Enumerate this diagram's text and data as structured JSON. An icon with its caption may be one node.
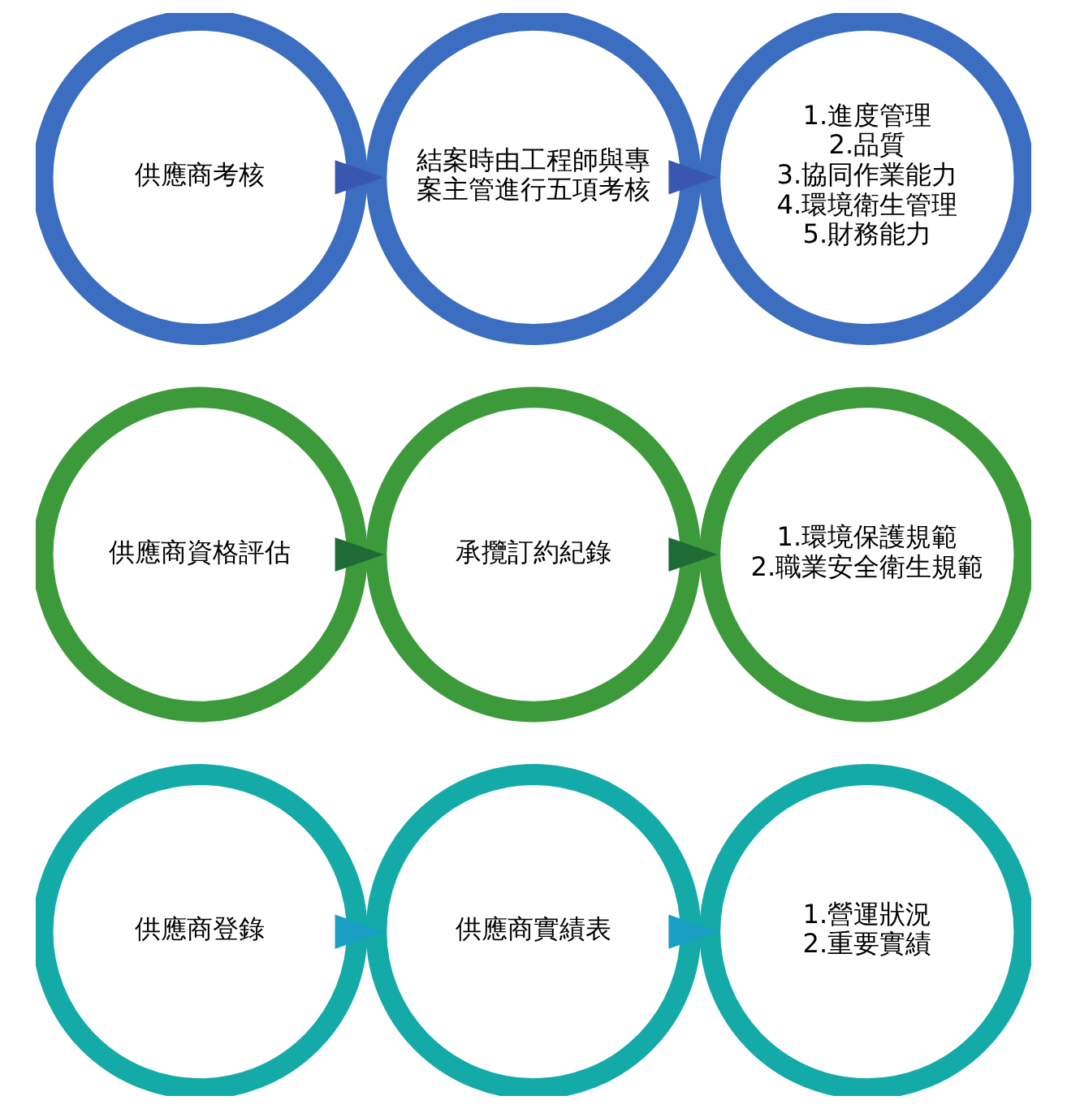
{
  "diagram": {
    "nodes": [
      {
        "text": [
          "供應商登錄"
        ]
      },
      {
        "text": [
          "供應商實績表"
        ]
      },
      {
        "text": [
          "1.營運狀況",
          "2.重要實績"
        ]
      },
      {
        "text": [
          "供應商資格評估"
        ]
      },
      {
        "text": [
          "承攬訂約紀錄"
        ]
      },
      {
        "text": [
          "1.環境保護規範",
          "2.職業安全衛生規範"
        ]
      },
      {
        "text": [
          "供應商考核"
        ]
      },
      {
        "text": [
          "結案時由工程師與專案主管進行五項考核"
        ]
      },
      {
        "text": [
          "1.進度管理",
          "2.品質",
          "3.協同作業能力",
          "4.環境衛生管理",
          "5.財務能力"
        ]
      }
    ],
    "edges": [
      {
        "from": 0,
        "to": 1,
        "arrow": "to",
        "color": "#1a9fc4"
      },
      {
        "from": 1,
        "to": 2,
        "arrow": "to",
        "color": "#1a9fc4"
      },
      {
        "from": 3,
        "to": 4,
        "arrow": "to",
        "color": "#1e6b35"
      },
      {
        "from": 4,
        "to": 5,
        "arrow": "to",
        "color": "#1e6b35"
      },
      {
        "from": 6,
        "to": 7,
        "arrow": "to",
        "color": "#3a57b0"
      },
      {
        "from": 7,
        "to": 8,
        "arrow": "to",
        "color": "#3a57b0"
      }
    ]
  }
}
